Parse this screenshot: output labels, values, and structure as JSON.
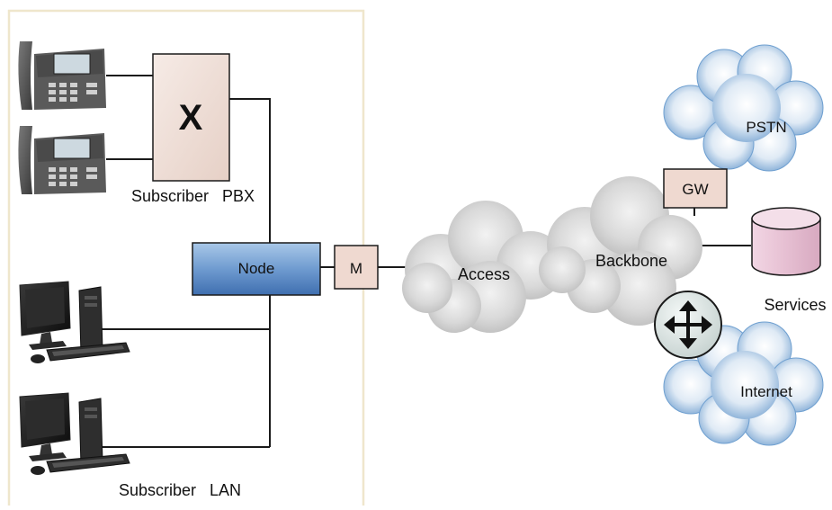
{
  "labels": {
    "pbx_symbol": "X",
    "pbx_caption": "Subscriber   PBX",
    "node": "Node",
    "modem": "M",
    "access": "Access",
    "backbone": "Backbone",
    "gateway": "GW",
    "pstn": "PSTN",
    "services": "Services",
    "internet": "Internet",
    "lan_caption": "Subscriber   LAN"
  },
  "icons": {
    "phone": "desk-phone-icon",
    "computer": "desktop-computer-icon",
    "router": "router-icon",
    "database": "database-cylinder-icon",
    "cloud": "cloud-icon"
  },
  "colors": {
    "premises_border": "#efe6cc",
    "pbx_fill": "#efe0d8",
    "node_fill_top": "#8db3dc",
    "node_fill_bottom": "#5b87c0",
    "box_fill": "#efd9d0",
    "grey_cloud": "#cfcfcf",
    "blue_cloud": "#a9c9ea",
    "database_fill": "#e9c6d8",
    "router_fill": "#dde5e4",
    "line": "#1a1a1a"
  }
}
